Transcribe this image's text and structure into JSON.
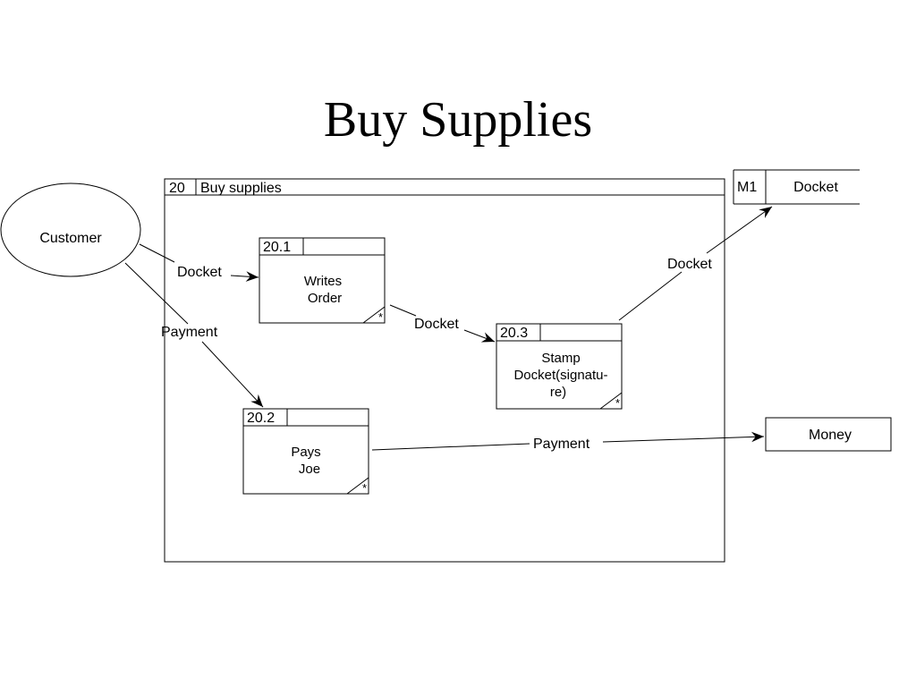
{
  "title": "Buy Supplies",
  "frame": {
    "number": "20",
    "name": "Buy supplies"
  },
  "external_entity": {
    "name": "Customer"
  },
  "processes": [
    {
      "id": "20.1",
      "lines": [
        "Writes",
        "Order"
      ],
      "marker": "*"
    },
    {
      "id": "20.2",
      "lines": [
        "Pays",
        "Joe"
      ],
      "marker": "*"
    },
    {
      "id": "20.3",
      "lines": [
        "Stamp",
        "Docket(signatu-",
        "re)"
      ],
      "marker": "*"
    }
  ],
  "data_store": {
    "id": "M1",
    "name": "Docket"
  },
  "money_store": {
    "name": "Money"
  },
  "flows": {
    "customer_to_order": "Docket",
    "customer_to_pay": "Payment",
    "order_to_stamp": "Docket",
    "stamp_to_store": "Docket",
    "pay_to_money": "Payment"
  }
}
